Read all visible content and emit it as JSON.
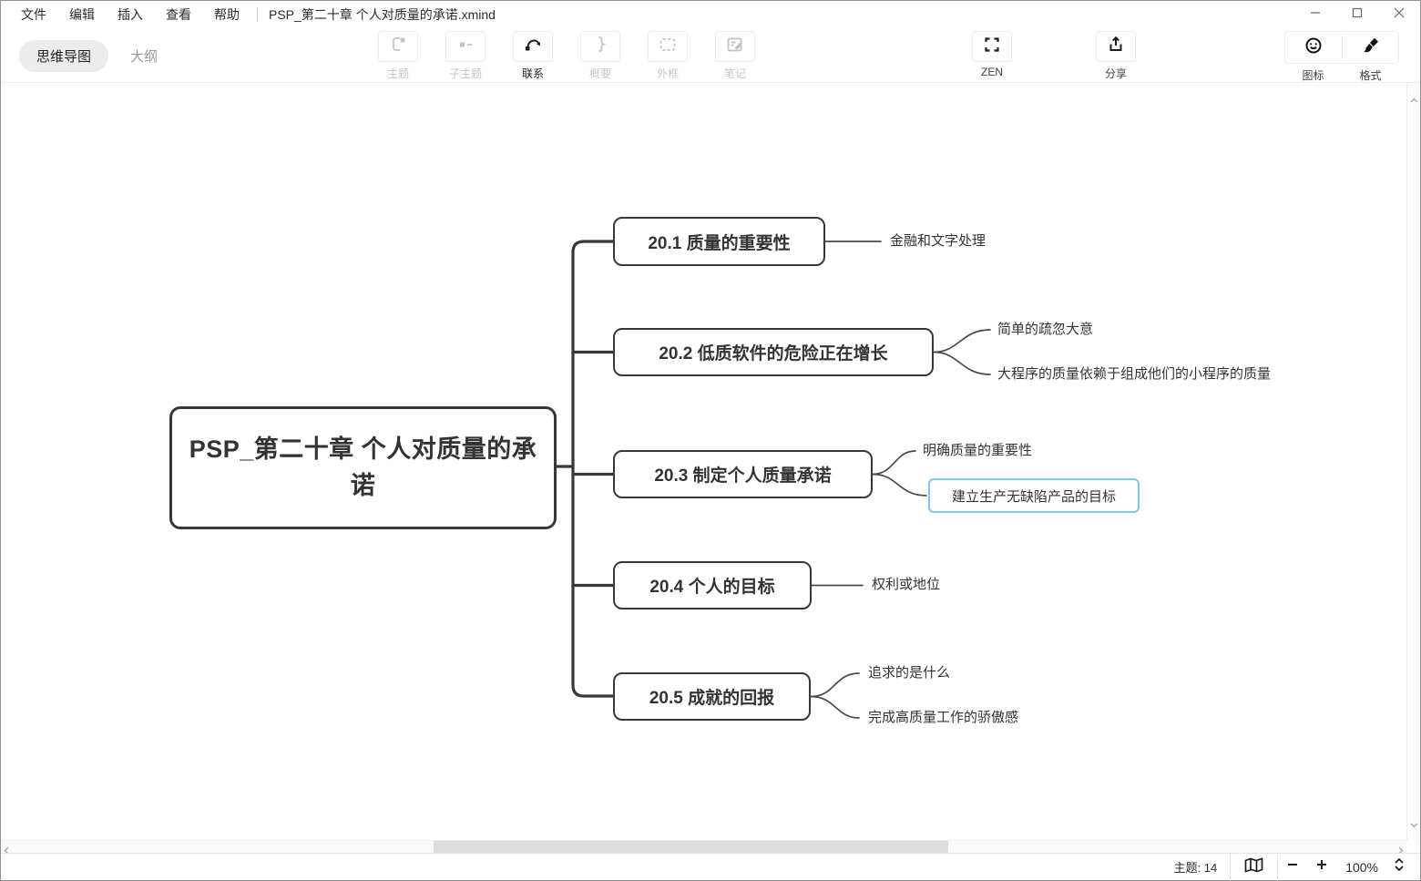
{
  "menubar": {
    "items": [
      {
        "label": "文件"
      },
      {
        "label": "编辑"
      },
      {
        "label": "插入"
      },
      {
        "label": "查看"
      },
      {
        "label": "帮助"
      }
    ],
    "filename": "PSP_第二十章 个人对质量的承诺.xmind"
  },
  "toolbar": {
    "tabs": [
      {
        "label": "思维导图",
        "active": true
      },
      {
        "label": "大纲",
        "active": false
      }
    ],
    "buttons": [
      {
        "label": "主题",
        "icon": "topic-icon",
        "enabled": false
      },
      {
        "label": "子主题",
        "icon": "subtopic-icon",
        "enabled": false
      },
      {
        "label": "联系",
        "icon": "relationship-icon",
        "enabled": true
      },
      {
        "label": "概要",
        "icon": "summary-icon",
        "enabled": false
      },
      {
        "label": "外框",
        "icon": "boundary-icon",
        "enabled": false
      },
      {
        "label": "笔记",
        "icon": "notes-icon",
        "enabled": false
      }
    ],
    "zen_label": "ZEN",
    "share_label": "分享",
    "icon_button_label": "图标",
    "format_button_label": "格式"
  },
  "mindmap": {
    "root": {
      "label": "PSP_第二十章 个人对质量的承诺"
    },
    "branches": [
      {
        "label": "20.1 质量的重要性",
        "children": [
          {
            "label": "金融和文字处理"
          }
        ]
      },
      {
        "label": "20.2 低质软件的危险正在增长",
        "children": [
          {
            "label": "简单的疏忽大意"
          },
          {
            "label": "大程序的质量依赖于组成他们的小程序的质量"
          }
        ]
      },
      {
        "label": "20.3 制定个人质量承诺",
        "children": [
          {
            "label": "明确质量的重要性"
          },
          {
            "label": "建立生产无缺陷产品的目标",
            "selected": true
          }
        ]
      },
      {
        "label": "20.4 个人的目标",
        "children": [
          {
            "label": "权利或地位"
          }
        ]
      },
      {
        "label": "20.5 成就的回报",
        "children": [
          {
            "label": "追求的是什么"
          },
          {
            "label": "完成高质量工作的骄傲感"
          }
        ]
      }
    ],
    "colors": {
      "branch_line": "#383838",
      "selection_border": "#7ec8f7"
    }
  },
  "statusbar": {
    "topic_count": "主题: 14",
    "zoom_level": "100%"
  }
}
